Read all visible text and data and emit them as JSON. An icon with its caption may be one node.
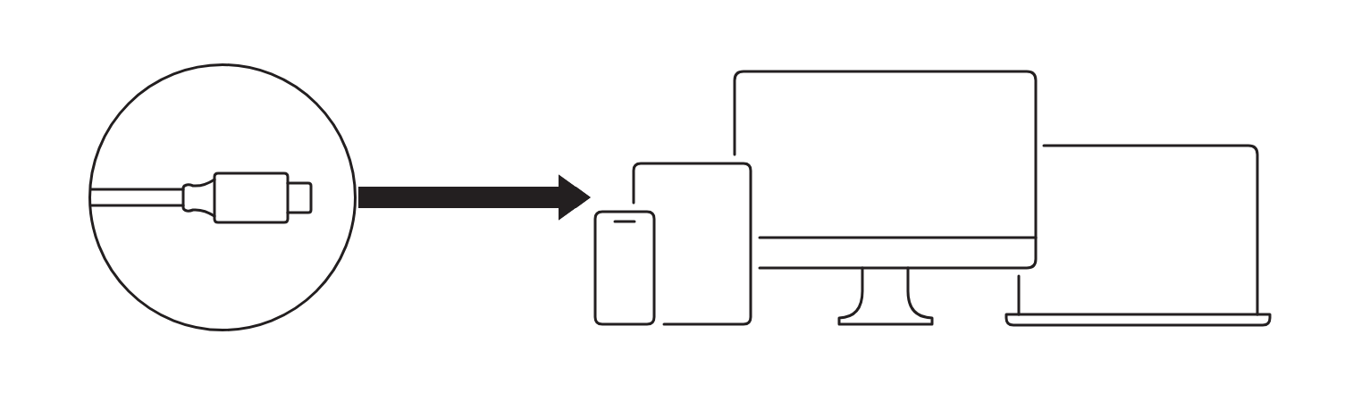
{
  "diagram": {
    "nodes": [
      {
        "text": [],
        "shape": "circle"
      },
      {
        "text": [],
        "shape": "picture"
      }
    ],
    "edges": [
      {
        "from": 0,
        "to": 1,
        "arrow": "to"
      }
    ]
  }
}
